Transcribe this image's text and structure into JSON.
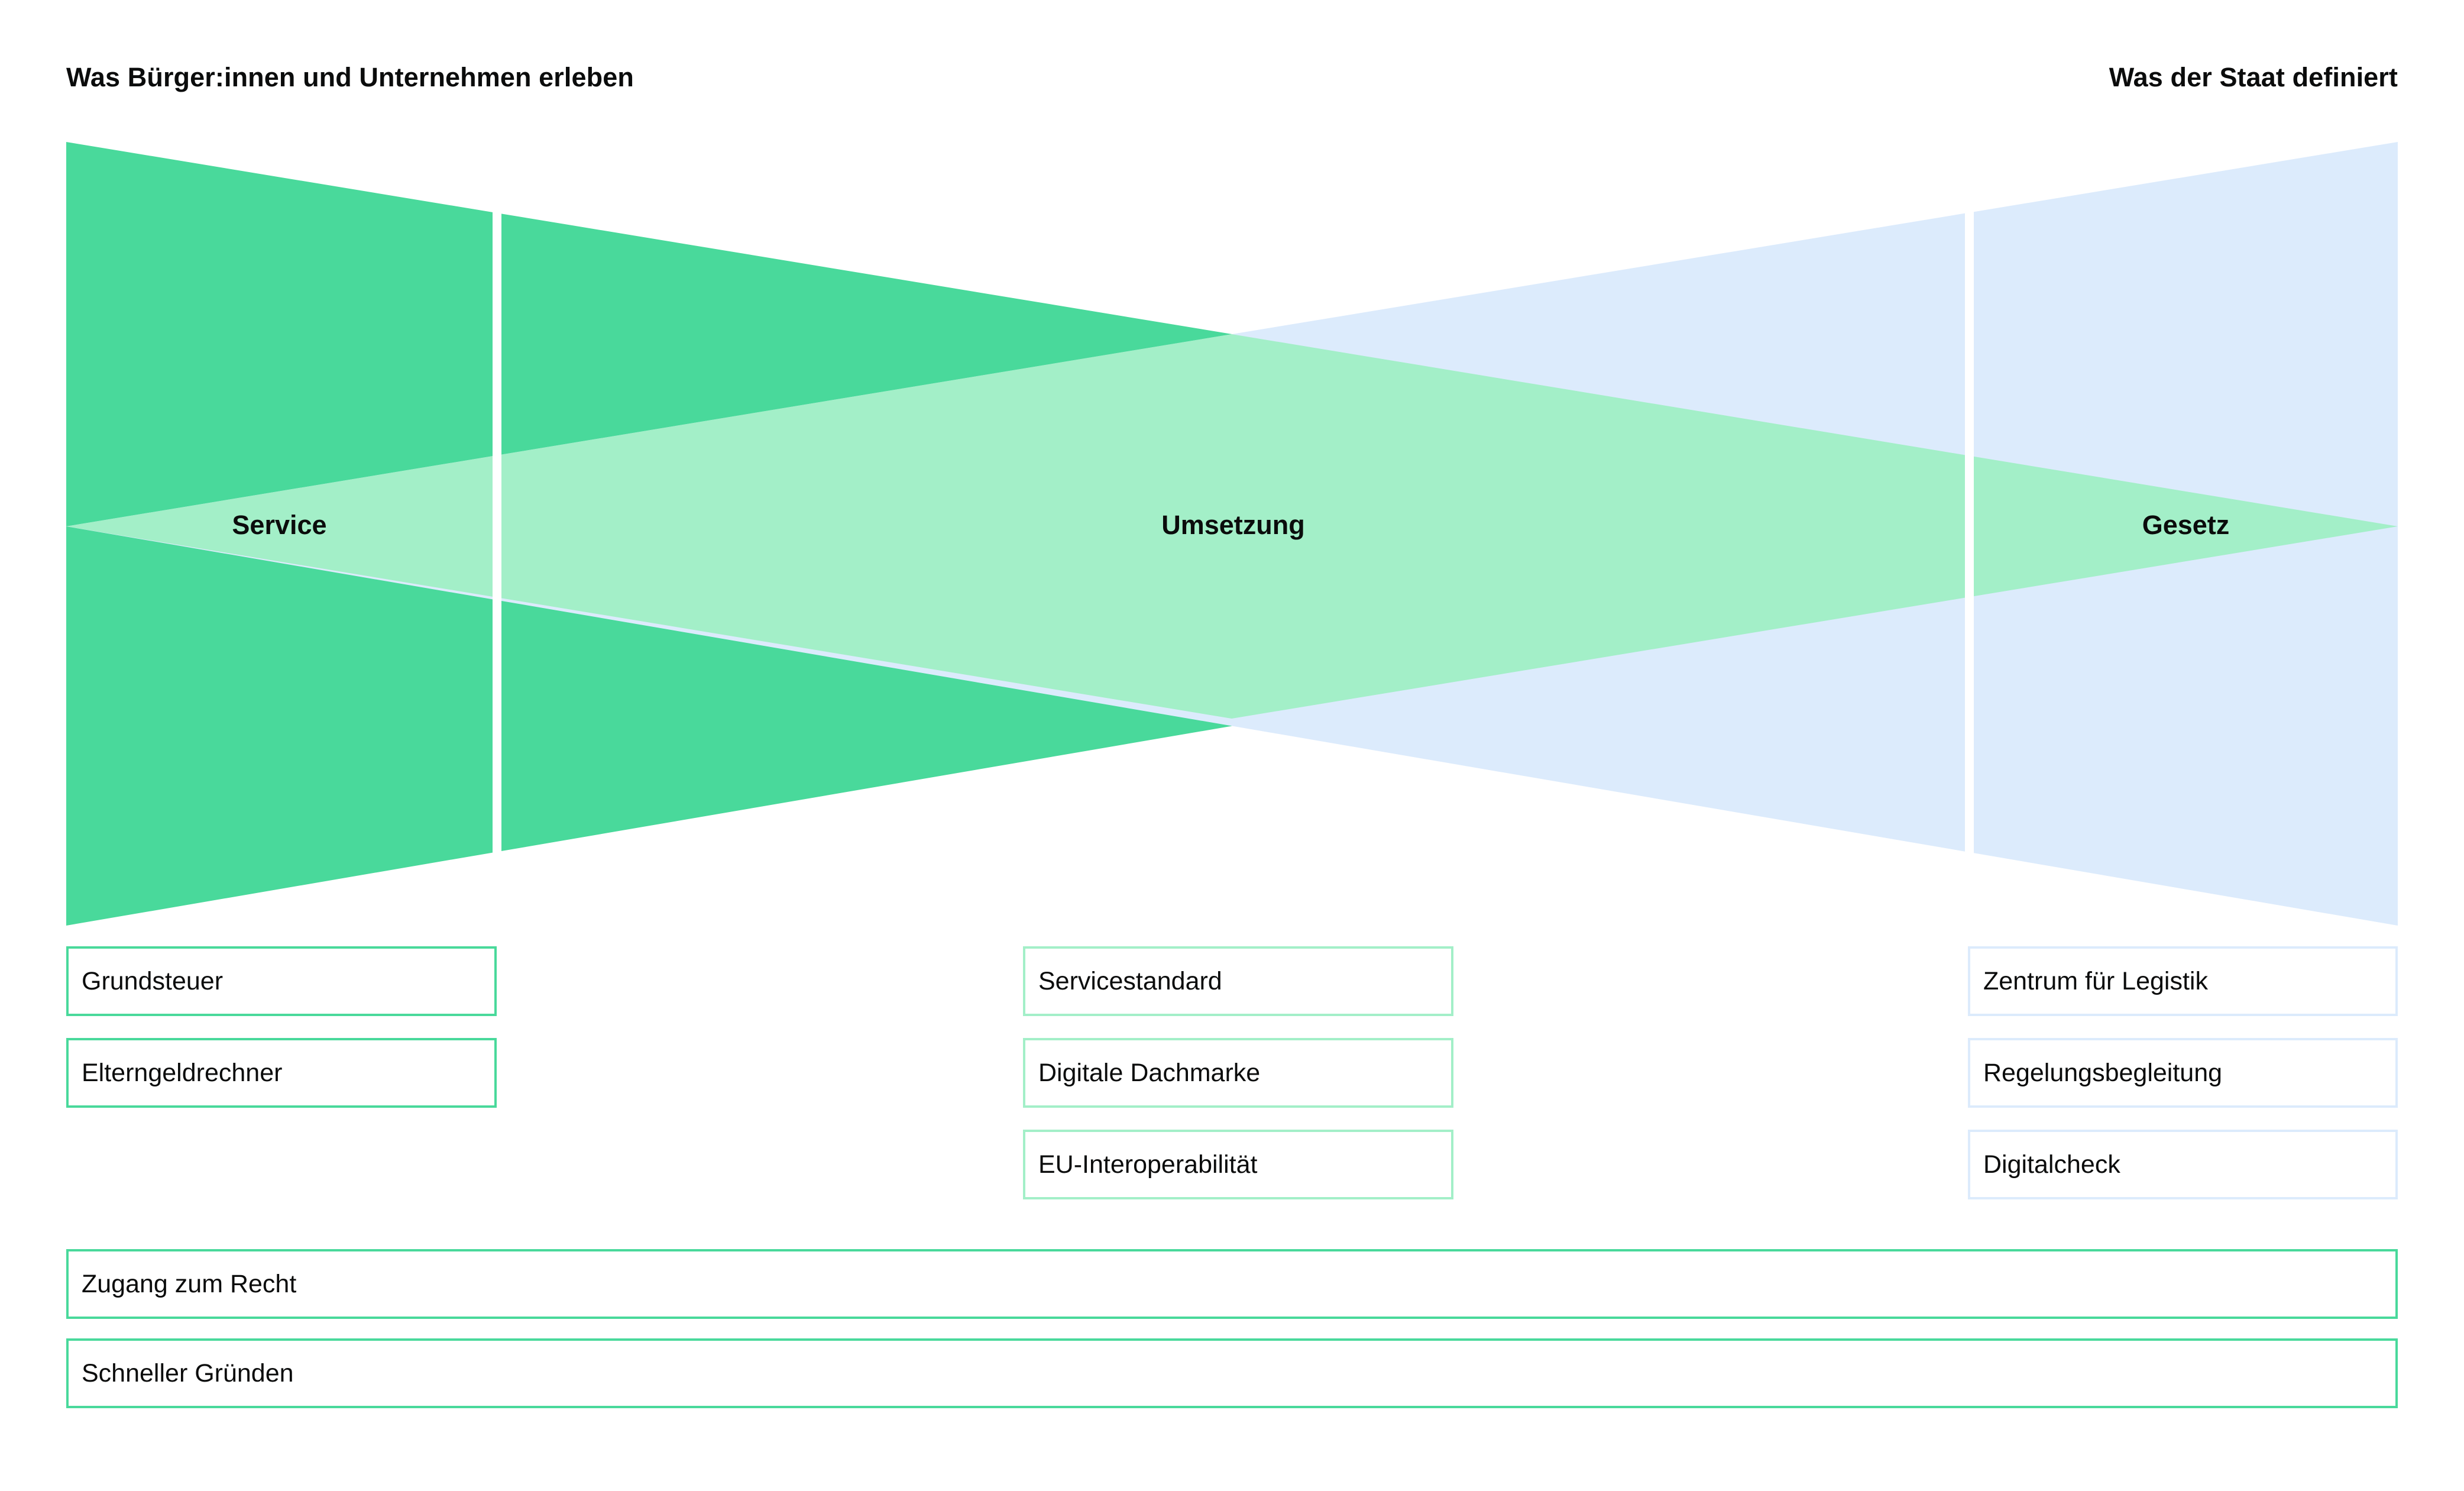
{
  "header": {
    "left_label": "Was Bürger:innen und Unternehmen erleben",
    "right_label": "Was der Staat definiert"
  },
  "funnel": {
    "stages": [
      {
        "name": "service",
        "label": "Service"
      },
      {
        "name": "umsetzung",
        "label": "Umsetzung"
      },
      {
        "name": "gesetz",
        "label": "Gesetz"
      }
    ],
    "colors": {
      "citizen_green": "#49D99B",
      "state_blue": "#DCEBFC",
      "overlap_green": "#A3EFC8",
      "separator": "#FFFFFF"
    }
  },
  "columns": [
    {
      "name": "left",
      "border_color": "#49D99B",
      "items": [
        {
          "label": "Grundsteuer"
        },
        {
          "label": "Elterngeldrechner"
        }
      ]
    },
    {
      "name": "middle",
      "border_color": "#A3EFC8",
      "items": [
        {
          "label": "Servicestandard"
        },
        {
          "label": "Digitale Dachmarke"
        },
        {
          "label": "EU-Interoperabilität"
        }
      ]
    },
    {
      "name": "right",
      "border_color": "#DCEBFC",
      "items": [
        {
          "label": "Zentrum für Legistik"
        },
        {
          "label": "Regelungsbegleitung"
        },
        {
          "label": "Digitalcheck"
        }
      ]
    }
  ],
  "wide_bars": {
    "border_color": "#49D99B",
    "items": [
      {
        "label": "Zugang zum Recht"
      },
      {
        "label": "Schneller Gründen"
      }
    ]
  }
}
